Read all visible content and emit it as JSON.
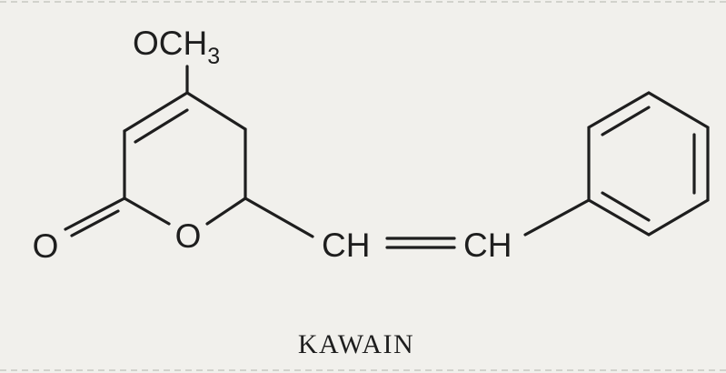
{
  "molecule": {
    "methoxy_label": "OCH",
    "methoxy_subscript": "3",
    "carbonyl_oxygen_label": "O",
    "ring_oxygen_label": "O",
    "vinyl_ch_left_label": "CH",
    "vinyl_ch_right_label": "CH",
    "name": "KAWAIN"
  },
  "colors": {
    "ink": "#1e1e1e",
    "paper": "#f1f0ec"
  }
}
